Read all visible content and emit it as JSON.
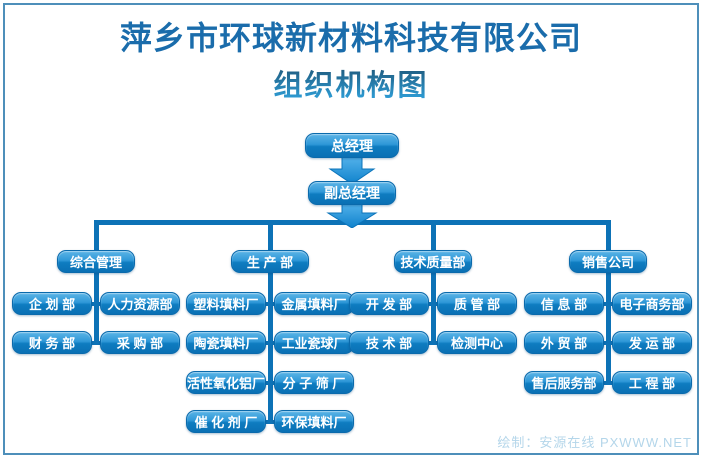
{
  "title": "萍乡市环球新材料科技有限公司",
  "subtitle": "组织机构图",
  "watermark": "绘制：安源在线 PXWWW.NET",
  "colors": {
    "title_text": "#1a6cab",
    "subtitle_top": "#1d4f6e",
    "subtitle_bottom": "#2e9fd9",
    "node_gradient_top": "#5cb4e6",
    "node_gradient_bottom": "#0a70b4",
    "node_text": "#ffffff",
    "connector_line": "#0d72b6",
    "arrow_fill": "#1e8fdd",
    "page_border": "#4e8fba",
    "watermark_text": "#b4d6ea"
  },
  "org": {
    "root": {
      "label": "总经理"
    },
    "deputy": {
      "label": "副总经理"
    },
    "branches": [
      {
        "label": "综合管理",
        "children": [
          "企 划 部",
          "人力资源部",
          "财 务 部",
          "采 购 部"
        ]
      },
      {
        "label": "生 产 部",
        "children": [
          "塑料填料厂",
          "金属填料厂",
          "陶瓷填料厂",
          "工业瓷球厂",
          "活性氧化铝厂",
          "分 子 筛 厂",
          "催 化 剂 厂",
          "环保填料厂"
        ]
      },
      {
        "label": "技术质量部",
        "children": [
          "开 发 部",
          "质 管 部",
          "技 术 部",
          "检测中心"
        ]
      },
      {
        "label": "销售公司",
        "children": [
          "信 息 部",
          "电子商务部",
          "外 贸 部",
          "发 运 部",
          "售后服务部",
          "工 程 部"
        ]
      }
    ]
  }
}
